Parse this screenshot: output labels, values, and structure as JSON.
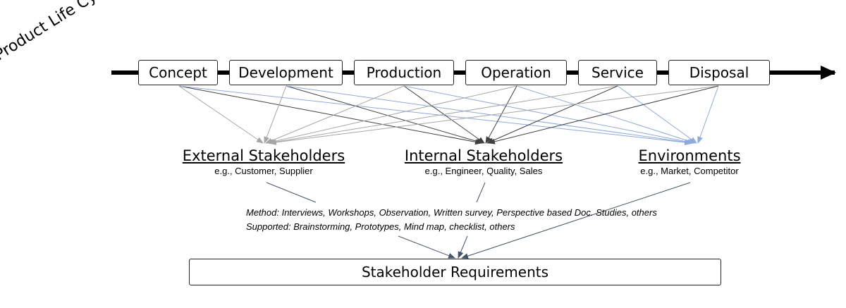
{
  "title": "Product Life Cycle Phases",
  "phases": [
    "Concept",
    "Development",
    "Production",
    "Operation",
    "Service",
    "Disposal"
  ],
  "groups": [
    {
      "title": "External Stakeholders",
      "examples": "e.g., Customer, Supplier"
    },
    {
      "title": "Internal Stakeholders",
      "examples": "e.g., Engineer, Quality, Sales"
    },
    {
      "title": "Environments",
      "examples": "e.g., Market, Competitor"
    }
  ],
  "method_line": "Method: Interviews, Workshops, Observation, Written survey, Perspective based Doc. Studies, others",
  "supported_line": "Supported: Brainstorming, Prototypes, Mind map, checklist, others",
  "result": "Stakeholder Requirements",
  "colors": {
    "arrow_to_external": "#a6a6a6",
    "arrow_to_internal": "#404040",
    "arrow_to_environments": "#8faadc",
    "converging_arrow": "#44546a"
  }
}
